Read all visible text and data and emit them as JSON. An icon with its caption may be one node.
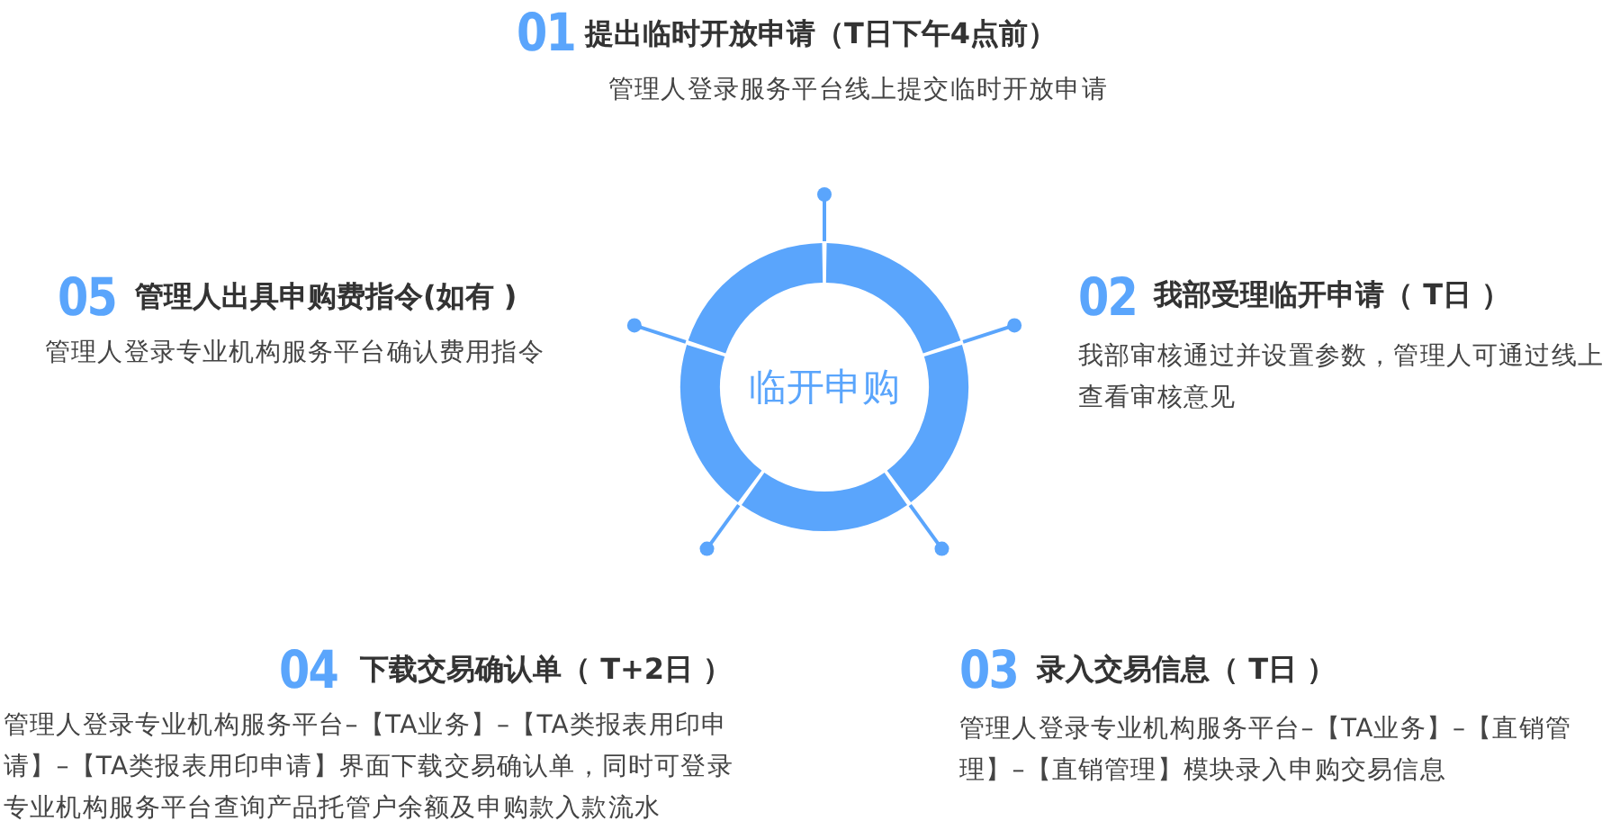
{
  "diagram": {
    "nodes": [
      {
        "text": [
          "01",
          "提出临时开放申请（T日下午4点前）",
          "管理人登录服务平台线上提交临时开放申请"
        ]
      },
      {
        "text": [
          "02",
          "我部受理临开申请（ T日 ）",
          "我部审核通过并设置参数，管理人可通过线上查看审核意见"
        ]
      },
      {
        "text": [
          "03",
          "录入交易信息（ T日 ）",
          "管理人登录专业机构服务平台–【TA业务】–【直销管理】–【直销管理】模块录入申购交易信息"
        ]
      },
      {
        "text": [
          "04",
          "下载交易确认单（ T+2日 ）",
          "管理人登录专业机构服务平台–【TA业务】–【TA类报表用印申请】–【TA类报表用印申请】界面下载交易确认单，同时可登录专业机构服务平台查询产品托管户余额及申购款入款流水"
        ]
      },
      {
        "text": [
          "05",
          "管理人出具申购费指令(如有 )",
          "管理人登录专业机构服务平台确认费用指令"
        ]
      },
      {
        "text": [
          "临开申购"
        ]
      }
    ]
  }
}
